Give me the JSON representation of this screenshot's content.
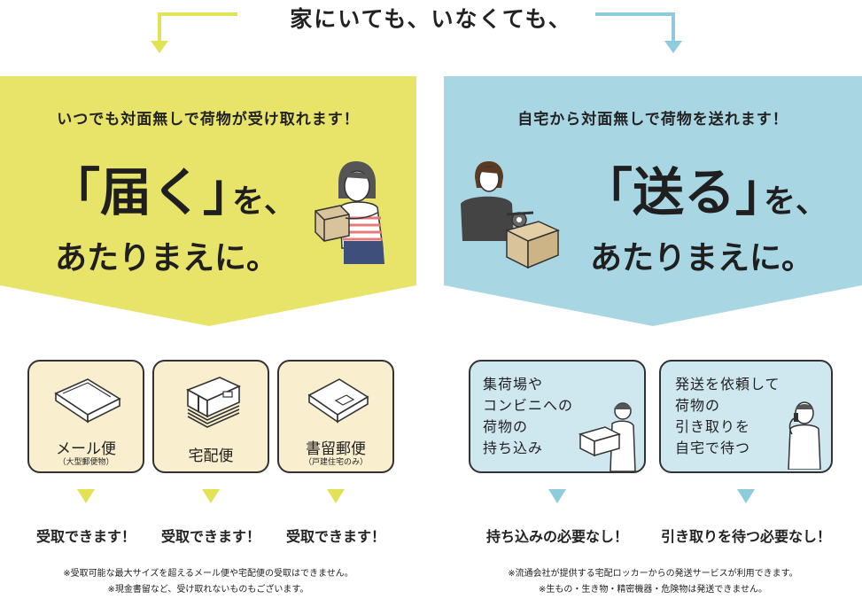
{
  "header": {
    "title": "家にいても、いなくても、"
  },
  "left": {
    "subtitle": "いつでも対面無しで荷物が受け取れます！",
    "headline_word": "「届く」",
    "headline_suffix": "を、",
    "headline_line2": "あたりまえに。",
    "cards": [
      {
        "label": "メール便",
        "note": "（大型郵便物）",
        "icon": "envelope-icon"
      },
      {
        "label": "宅配便",
        "note": "",
        "icon": "box-stack-icon"
      },
      {
        "label": "書留郵便",
        "note": "（戸建住宅のみ）",
        "icon": "registered-envelope-icon"
      }
    ],
    "results": [
      "受取できます！",
      "受取できます！",
      "受取できます！"
    ],
    "notes": [
      "※受取可能な最大サイズを超えるメール便や宅配便の受取はできません。",
      "※現金書留など、受け取れないものもございます。"
    ],
    "color": "#e8e46a"
  },
  "right": {
    "subtitle": "自宅から対面無しで荷物を送れます！",
    "headline_word": "「送る」",
    "headline_suffix": "を、",
    "headline_line2": "あたりまえに。",
    "cards": [
      {
        "lines": [
          "集荷場や",
          "コンビニへの",
          "荷物の",
          "持ち込み"
        ],
        "icon": "person-carrying-box-icon"
      },
      {
        "lines": [
          "発送を依頼して",
          "荷物の",
          "引き取りを",
          "自宅で待つ"
        ],
        "icon": "person-on-phone-icon"
      }
    ],
    "results": [
      "持ち込みの必要なし！",
      "引き取りを待つ必要なし！"
    ],
    "notes": [
      "※流通会社が提供する宅配ロッカーからの発送サービスが利用できます。",
      "※生もの・生き物・精密機器・危険物は発送できません。"
    ],
    "color": "#a9d6e3"
  }
}
